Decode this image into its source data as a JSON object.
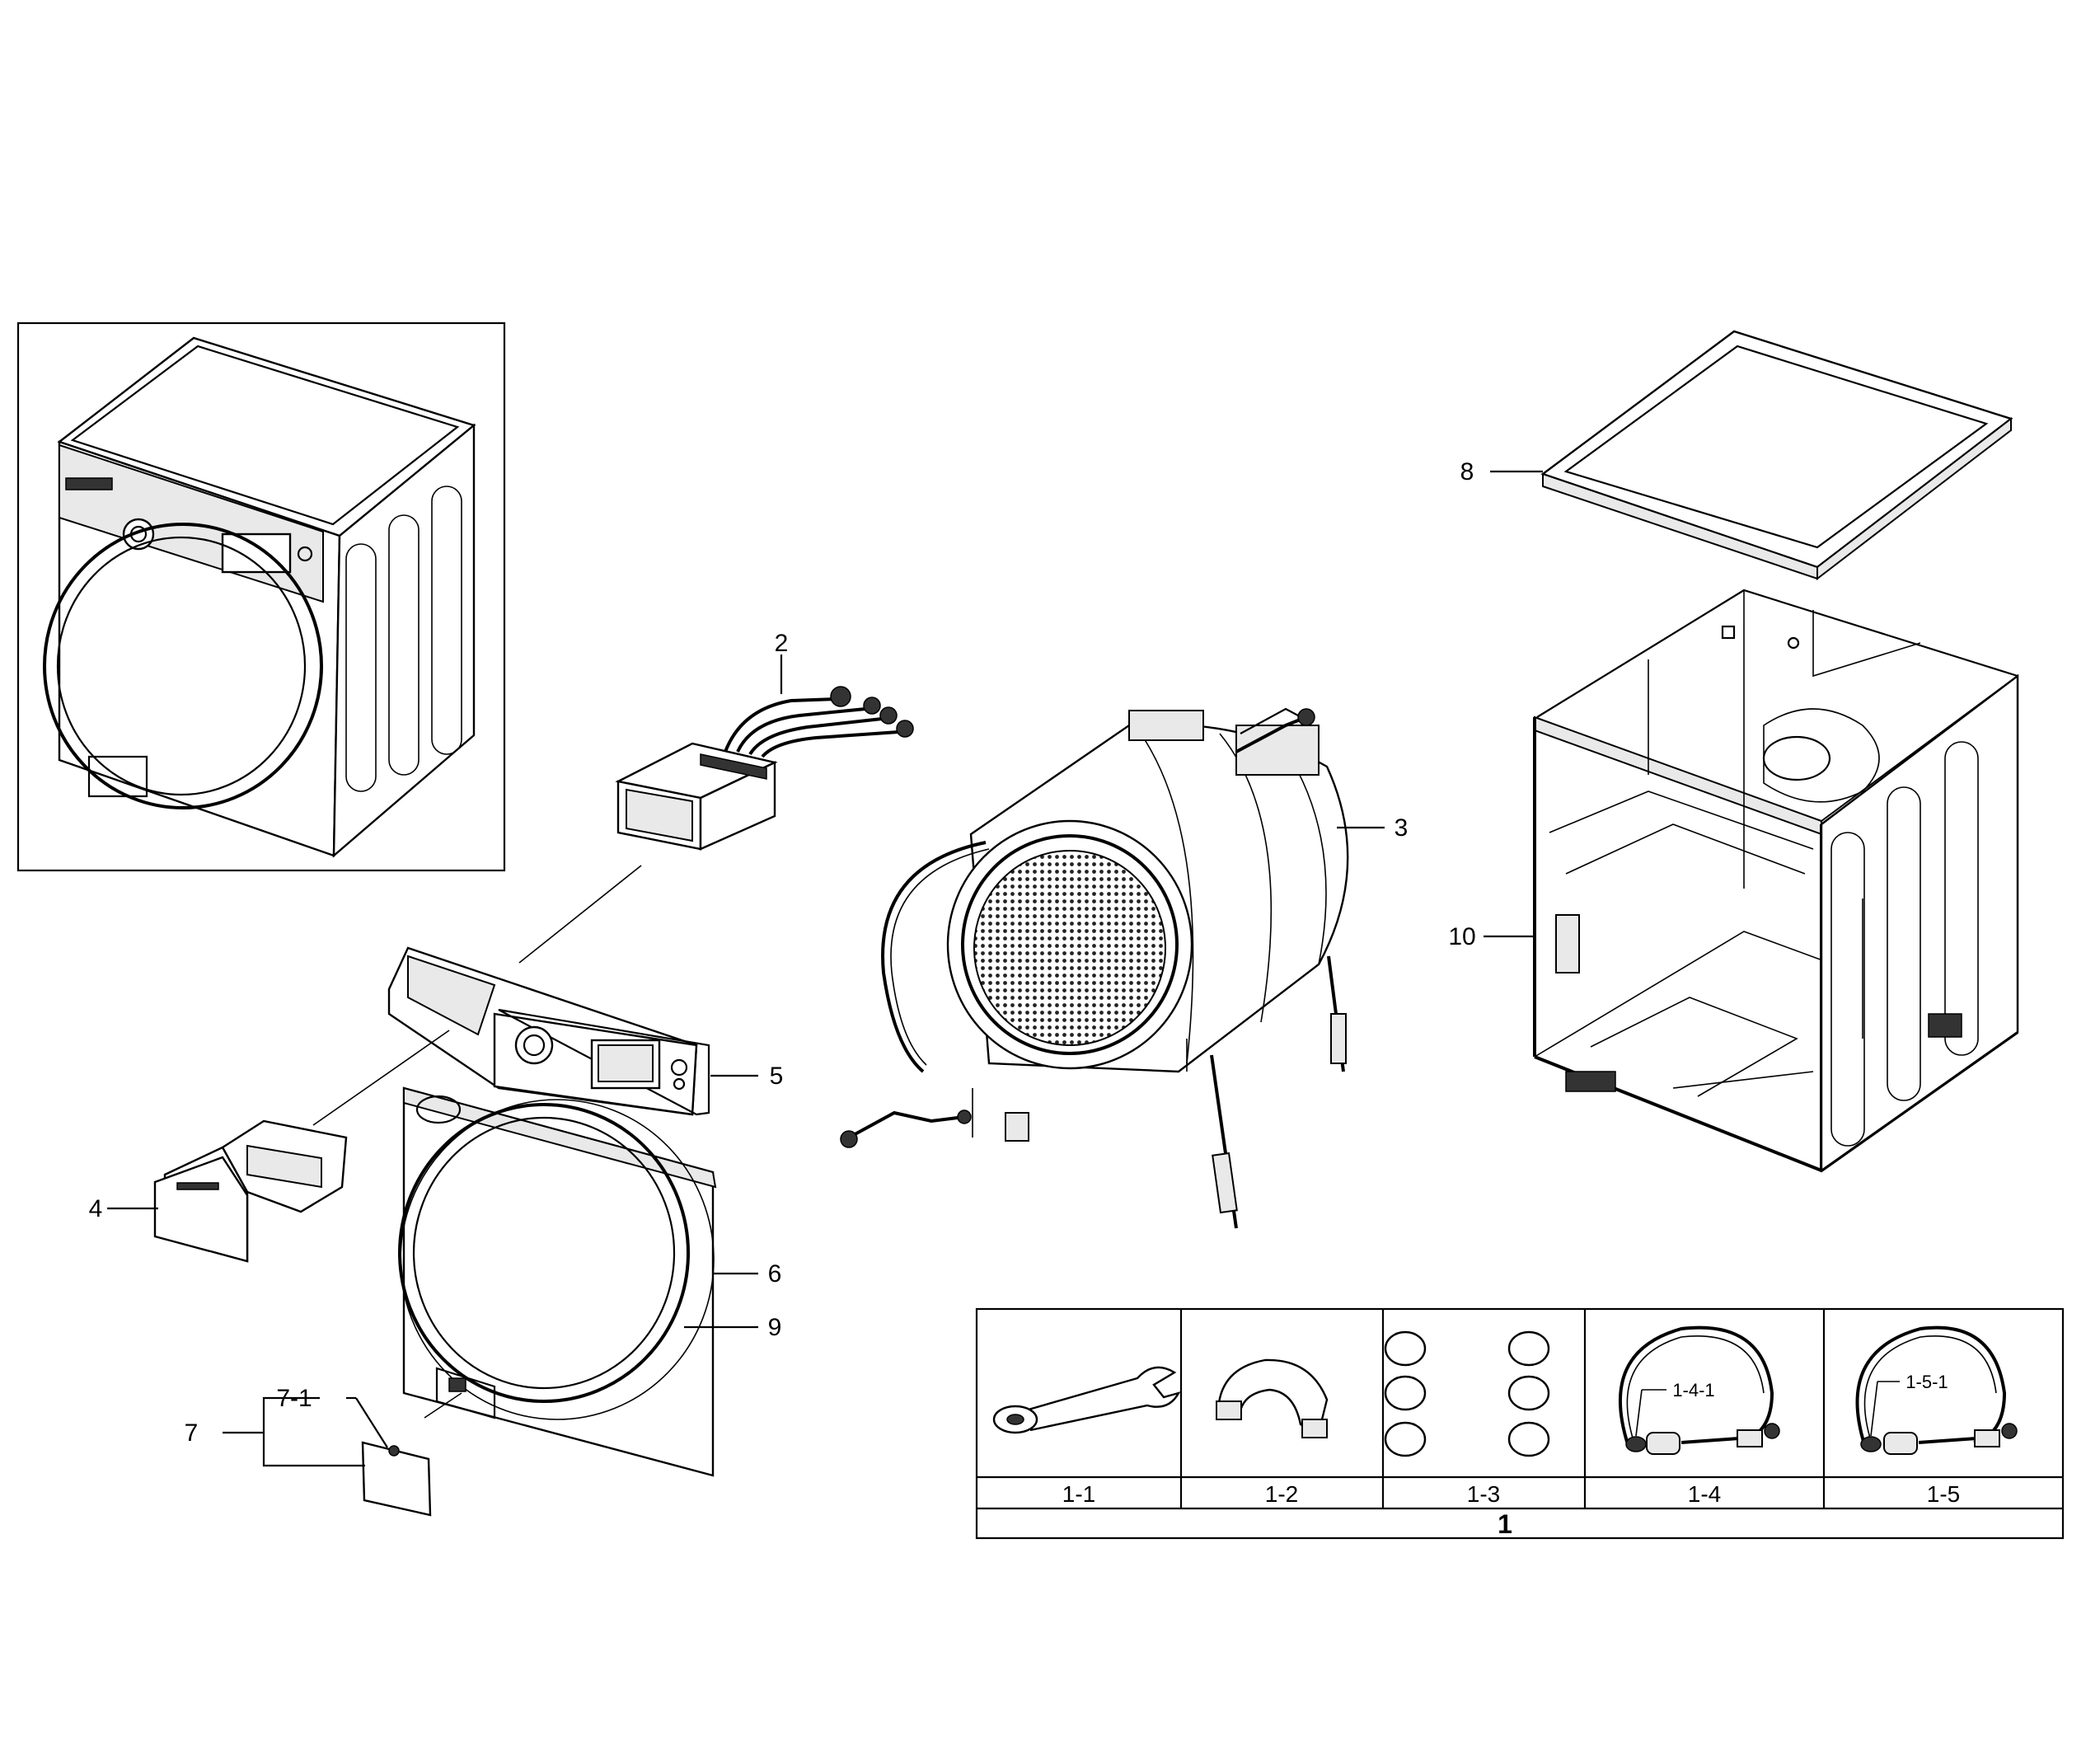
{
  "callouts": {
    "c1": "1",
    "c2": "2",
    "c3": "3",
    "c4": "4",
    "c5": "5",
    "c6": "6",
    "c7": "7",
    "c7_1": "7-1",
    "c8": "8",
    "c9": "9",
    "c10": "10",
    "c1_4_1": "1-4-1",
    "c1_5_1": "1-5-1"
  },
  "accessory_table": {
    "columns": [
      "1-1",
      "1-2",
      "1-3",
      "1-4",
      "1-5"
    ],
    "total_label": "1"
  }
}
